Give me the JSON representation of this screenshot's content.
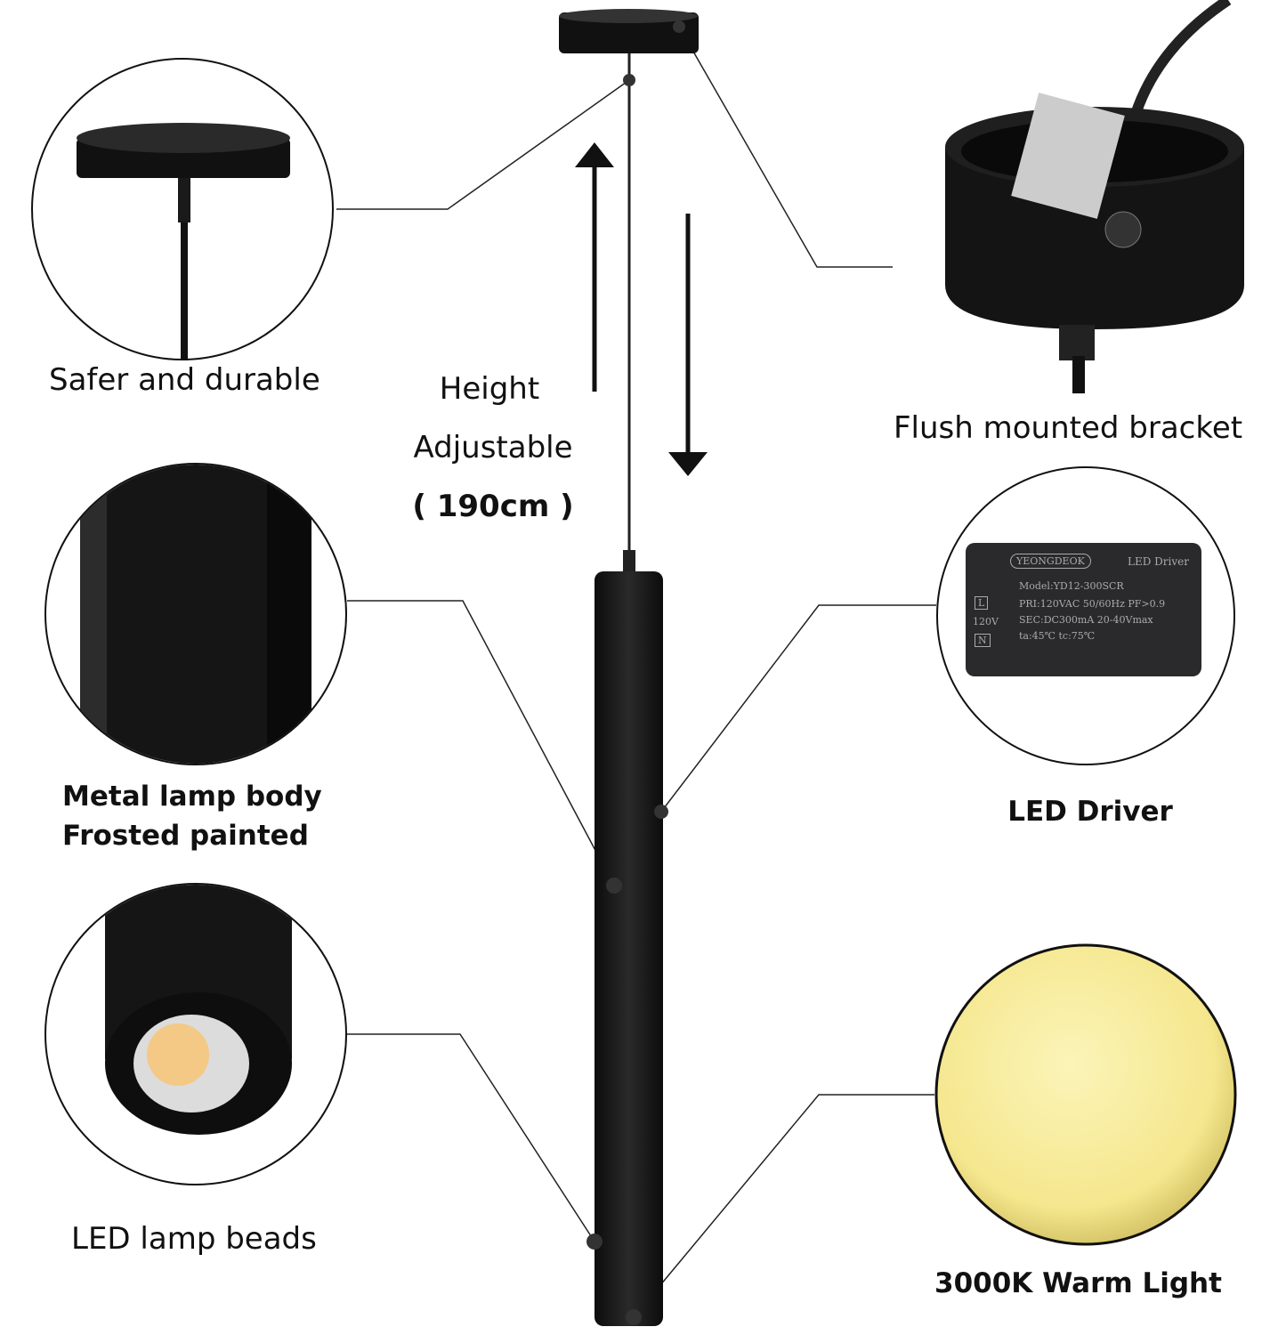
{
  "features": {
    "canopy": "Safer and durable",
    "height_line1": "Height",
    "height_line2": "Adjustable",
    "height_value": "( 190cm )",
    "bracket": "Flush mounted bracket",
    "body_line1": "Metal lamp body",
    "body_line2": "Frosted painted",
    "driver": "LED Driver",
    "beads": "LED lamp beads",
    "light": "3000K Warm Light"
  },
  "driver_label": {
    "brand": "YEONGDEOK",
    "title": "LED Driver",
    "model": "Model:YD12-300SCR",
    "pri": "PRI:120VAC 50/60Hz PF>0.9",
    "sec": "SEC:DC300mA 20-40Vmax",
    "temps": "ta:45℃   tc:75℃",
    "voltage": "120V",
    "l": "L",
    "n": "N"
  },
  "colors": {
    "lamp": "#1a1a1a",
    "warm_light": "#f7ec9a"
  }
}
